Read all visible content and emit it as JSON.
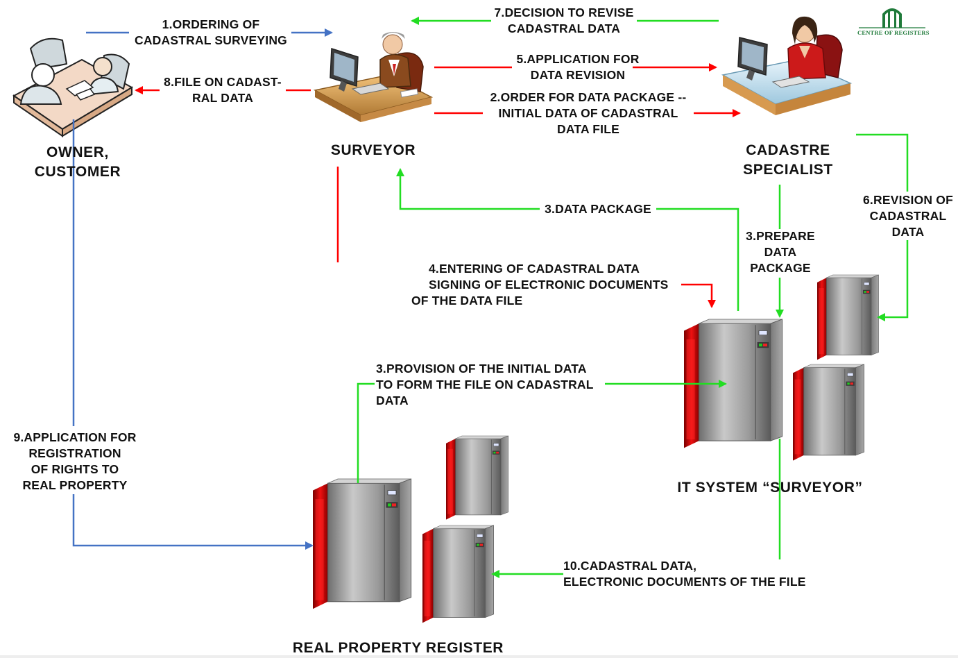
{
  "brand": {
    "text": "CENTRE OF REGISTERS",
    "color": "#1f7a3a"
  },
  "actors": {
    "owner": "OWNER,\nCUSTOMER",
    "surveyor": "SURVEYOR",
    "cadastre_specialist": "CADASTRE\nSPECIALIST",
    "it_system": "IT SYSTEM “SURVEYOR”",
    "real_property_register": "REAL PROPERTY REGISTER"
  },
  "flows": {
    "f1": "1.ORDERING OF\nCADASTRAL SURVEYING",
    "f2": "2.ORDER FOR DATA PACKAGE --\nINITIAL DATA OF CADASTRAL\nDATA FILE",
    "f3_package": "3.DATA PACKAGE",
    "f3_prepare": "3.PREPARE\nDATA\nPACKAGE",
    "f3_provision": "3.PROVISION OF THE INITIAL DATA\nTO FORM THE FILE ON CADASTRAL\nDATA",
    "f4_line1": "4.ENTERING OF CADASTRAL DATA",
    "f4_line2": "SIGNING OF ELECTRONIC DOCUMENTS",
    "f4_line3": "OF THE DATA FILE",
    "f5": "5.APPLICATION FOR\nDATA REVISION",
    "f6": "6.REVISION OF\nCADASTRAL\nDATA",
    "f7": "7.DECISION TO REVISE\nCADASTRAL DATA",
    "f8": "8.FILE ON CADAST-\nRAL DATA",
    "f9": "9.APPLICATION FOR\nREGISTRATION\nOF RIGHTS TO\nREAL PROPERTY",
    "f10": "10.CADASTRAL DATA,\nELECTRONIC DOCUMENTS OF THE FILE"
  },
  "colors": {
    "blue_flow": "#4472c4",
    "red_flow": "#ff0000",
    "green_flow": "#22dd22",
    "server_body": "#9a9a9a",
    "server_panel": "#cc0000",
    "desk": "#d9a05a"
  },
  "icons": {
    "owner": "office-meeting-icon",
    "surveyor": "surveyor-at-desk-icon",
    "specialist": "specialist-at-desk-icon",
    "server": "server-tower-icon",
    "brand": "registry-building-icon"
  }
}
